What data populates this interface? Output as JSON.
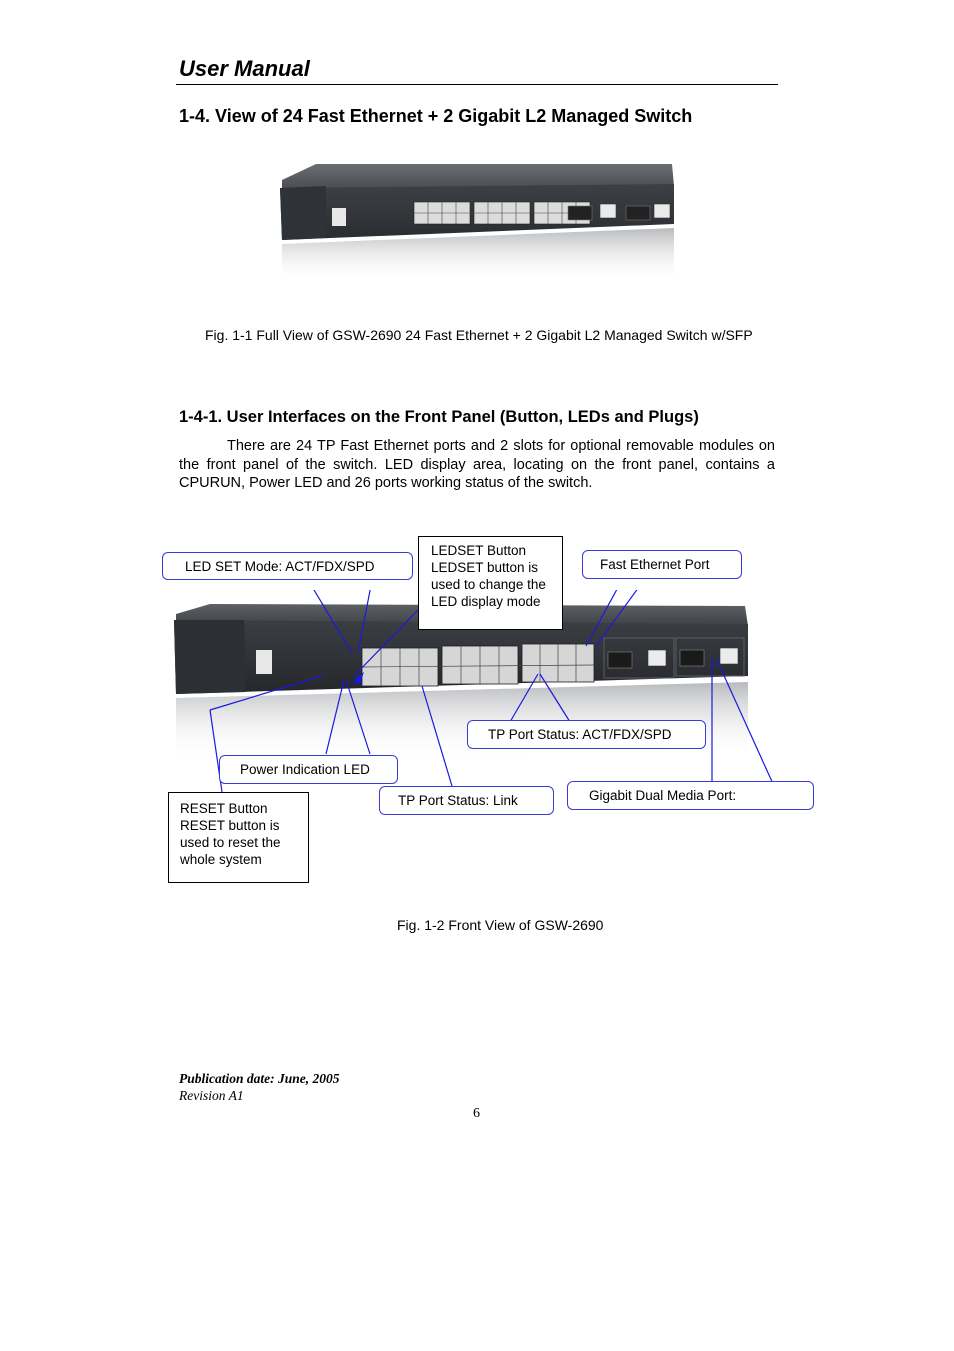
{
  "header": {
    "title": "User Manual"
  },
  "section": {
    "title": "1-4. View of 24 Fast Ethernet + 2 Gigabit L2 Managed Switch"
  },
  "figure1": {
    "caption": "Fig. 1-1 Full View of GSW-2690 24 Fast Ethernet + 2 Gigabit L2 Managed Switch w/SFP"
  },
  "subsection": {
    "title": "1-4-1. User Interfaces on the Front Panel (Button, LEDs and Plugs)",
    "paragraph": "There are 24 TP Fast Ethernet ports and 2 slots for optional removable modules on the front panel of the switch. LED display area, locating on the front panel, contains a CPURUN, Power LED and 26 ports working status of the switch."
  },
  "figure2": {
    "caption": "Fig. 1-2 Front View of GSW-2690",
    "callouts": {
      "led_set_mode": "LED SET Mode: ACT/FDX/SPD",
      "ledset_title": "LEDSET Button",
      "ledset_desc": "LEDSET button is used to change the LED display mode",
      "fast_ethernet_port": "Fast Ethernet Port",
      "tp_port_status_act": "TP Port Status: ACT/FDX/SPD",
      "power_led": "Power Indication LED",
      "tp_port_status_link": "TP Port Status: Link",
      "gigabit_dual_media": "Gigabit Dual Media Port:",
      "reset_title": "RESET Button",
      "reset_desc": "RESET button is used to reset the whole system"
    }
  },
  "footer": {
    "publication": "Publication date: June, 2005",
    "revision": "Revision A1",
    "page_number": "6"
  },
  "colors": {
    "callout_line": "#1a1ae0",
    "device_body": "#3c3f44"
  }
}
